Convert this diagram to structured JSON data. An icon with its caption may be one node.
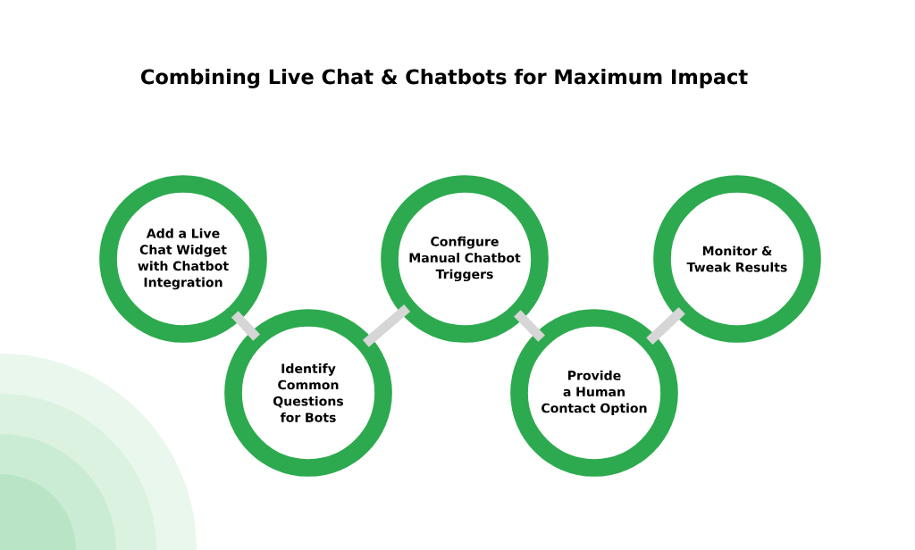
{
  "diagram": {
    "title": "Combining Live Chat & Chatbots for Maximum Impact",
    "nodes": [
      {
        "text": [
          "Add a Live Chat Widget with Chatbot Integration"
        ]
      },
      {
        "text": [
          "Identify Common Questions for Bots"
        ]
      },
      {
        "text": [
          "Configure Manual Chatbot Triggers"
        ]
      },
      {
        "text": [
          "Provide a Human Contact Option"
        ]
      },
      {
        "text": [
          "Monitor & Tweak Results"
        ]
      }
    ],
    "edges": [
      {
        "from": 0,
        "to": 1,
        "arrow": "none"
      },
      {
        "from": 1,
        "to": 2,
        "arrow": "none"
      },
      {
        "from": 2,
        "to": 3,
        "arrow": "none"
      },
      {
        "from": 3,
        "to": 4,
        "arrow": "none"
      }
    ]
  }
}
